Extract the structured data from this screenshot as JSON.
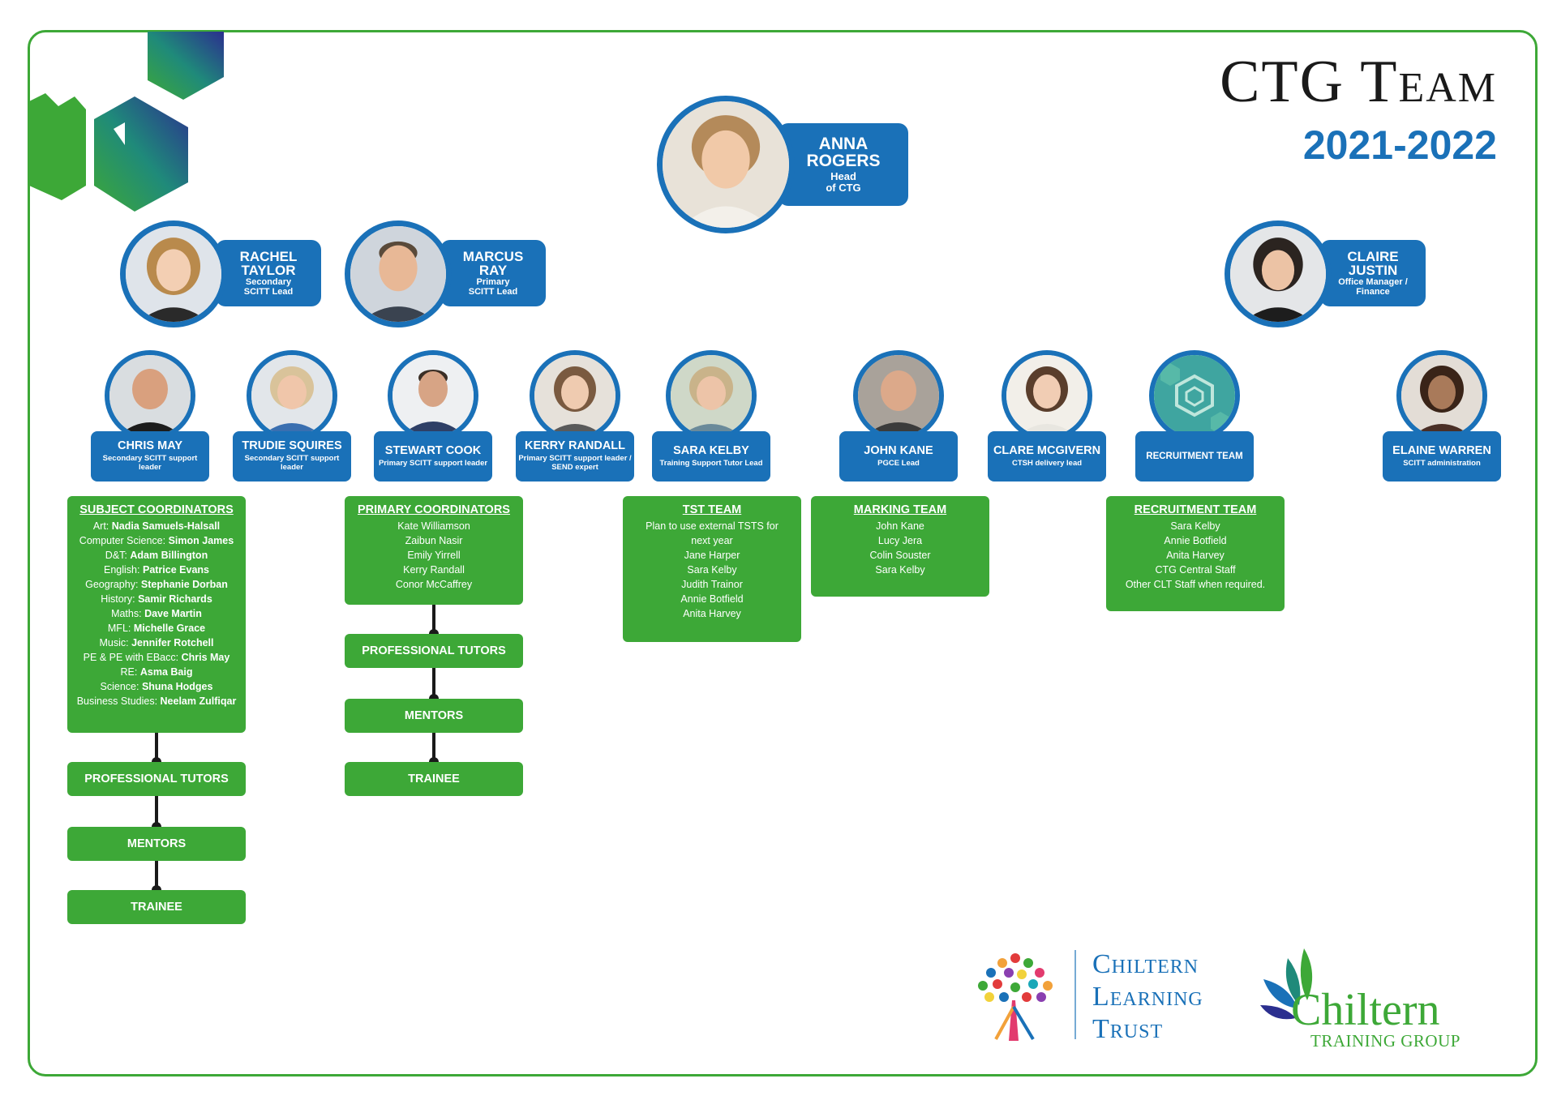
{
  "header": {
    "title": "CTG Team",
    "year": "2021-2022"
  },
  "leads": [
    {
      "id": "anna-rogers",
      "name_lines": [
        "Anna",
        "Rogers"
      ],
      "role_lines": [
        "Head",
        "of CTG"
      ]
    },
    {
      "id": "rachel-taylor",
      "name_lines": [
        "Rachel",
        "Taylor"
      ],
      "role_lines": [
        "Secondary",
        "SCITT Lead"
      ]
    },
    {
      "id": "marcus-ray",
      "name_lines": [
        "Marcus",
        "Ray"
      ],
      "role_lines": [
        "Primary",
        "SCITT Lead"
      ]
    },
    {
      "id": "claire-justin",
      "name_lines": [
        "Claire",
        "Justin"
      ],
      "role_lines": [
        "Office Manager /",
        "Finance"
      ]
    }
  ],
  "staff": [
    {
      "name": "Chris May",
      "role": "Secondary SCITT support leader"
    },
    {
      "name": "Trudie Squires",
      "role": "Secondary SCITT support leader"
    },
    {
      "name": "Stewart Cook",
      "role": "Primary SCITT support leader"
    },
    {
      "name": "Kerry Randall",
      "role": "Primary SCITT support leader / SEND expert"
    },
    {
      "name": "Sara Kelby",
      "role": "Training Support Tutor Lead"
    },
    {
      "name": "John Kane",
      "role": "PGCE Lead"
    },
    {
      "name": "Clare McGivern",
      "role": "CTSH delivery lead"
    },
    {
      "name": "Recruitment Team",
      "role": ""
    },
    {
      "name": "Elaine Warren",
      "role": "SCITT administration"
    }
  ],
  "subject_coordinators": {
    "heading": "Subject Coordinators",
    "rows": [
      {
        "subject": "Art:",
        "person": "Nadia Samuels-Halsall"
      },
      {
        "subject": "Computer Science:",
        "person": "Simon James"
      },
      {
        "subject": "D&T:",
        "person": "Adam Billington"
      },
      {
        "subject": "English:",
        "person": "Patrice Evans"
      },
      {
        "subject": "Geography:",
        "person": "Stephanie Dorban"
      },
      {
        "subject": "History:",
        "person": "Samir Richards"
      },
      {
        "subject": "Maths:",
        "person": "Dave Martin"
      },
      {
        "subject": "MFL:",
        "person": "Michelle Grace"
      },
      {
        "subject": "Music:",
        "person": "Jennifer Rotchell"
      },
      {
        "subject": "PE & PE with EBacc:",
        "person": "Chris May"
      },
      {
        "subject": "RE:",
        "person": "Asma Baig"
      },
      {
        "subject": "Science:",
        "person": "Shuna Hodges"
      },
      {
        "subject": "Business Studies:",
        "person": "Neelam Zulfiqar"
      }
    ]
  },
  "primary_coordinators": {
    "heading": "Primary Coordinators",
    "members": [
      "Kate Williamson",
      "Zaibun Nasir",
      "Emily Yirrell",
      "Kerry Randall",
      "Conor McCaffrey"
    ]
  },
  "tst_team": {
    "heading": "TST Team",
    "members": [
      "Plan to use external TSTS for",
      "next year",
      "Jane Harper",
      "Sara Kelby",
      "Judith Trainor",
      "Annie Botfield",
      "Anita Harvey"
    ]
  },
  "marking_team": {
    "heading": "Marking Team",
    "members": [
      "John Kane",
      "Lucy Jera",
      "Colin Souster",
      "Sara Kelby"
    ]
  },
  "recruitment_team": {
    "heading": "Recruitment Team",
    "members": [
      "Sara Kelby",
      "Annie Botfield",
      "Anita Harvey",
      "CTG Central Staff",
      "Other CLT Staff when required."
    ]
  },
  "chain_labels": {
    "professional_tutors": "Professional Tutors",
    "mentors": "Mentors",
    "trainee": "Trainee"
  },
  "logos": {
    "clt_lines": [
      "Chiltern",
      "Learning",
      "Trust"
    ],
    "ctg_name": "Chiltern",
    "ctg_sub": "TRAINING GROUP"
  },
  "colors": {
    "blue": "#1a71b8",
    "green": "#3da837",
    "dark": "#1a1a1a"
  }
}
